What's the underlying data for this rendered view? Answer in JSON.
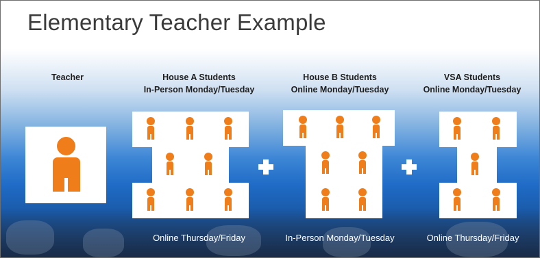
{
  "slide": {
    "title": "Elementary Teacher Example"
  },
  "columns": {
    "teacher": {
      "header": "Teacher"
    },
    "house_a": {
      "header_line1": "House A Students",
      "header_line2": "In-Person Monday/Tuesday",
      "footer": "Online Thursday/Friday"
    },
    "house_b": {
      "header_line1": "House B Students",
      "header_line2": "Online Monday/Tuesday",
      "footer": "In-Person Monday/Tuesday"
    },
    "vsa": {
      "header_line1": "VSA Students",
      "header_line2": "Online Monday/Tuesday",
      "footer": "Online Thursday/Friday"
    }
  },
  "icons": {
    "student": "person-icon",
    "teacher": "person-icon",
    "combine": "plus-icon"
  },
  "colors": {
    "person": "#ef7d1a",
    "title": "#3a3a3a",
    "background_top": "#ffffff",
    "background_bottom": "#1f6bc6"
  }
}
